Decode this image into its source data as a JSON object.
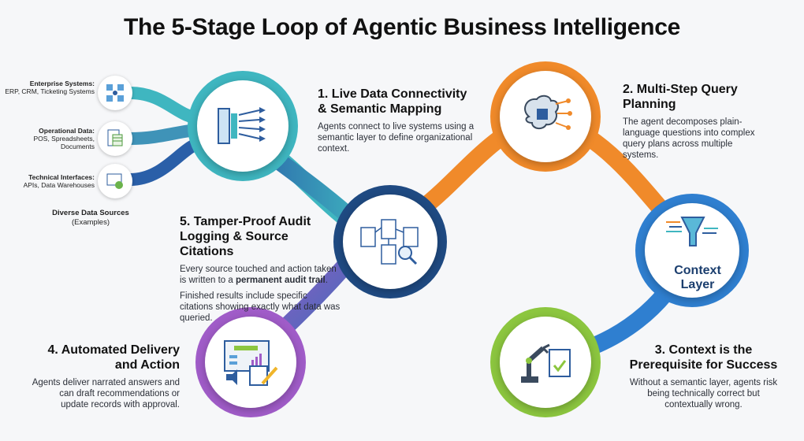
{
  "title": "The 5-Stage Loop of Agentic Business Intelligence",
  "sources": [
    {
      "heading": "Enterprise Systems:",
      "detail": "ERP, CRM, Ticketing Systems"
    },
    {
      "heading": "Operational Data:",
      "detail": "POS, Spreadsheets, Documents"
    },
    {
      "heading": "Technical Interfaces:",
      "detail": "APIs, Data Warehouses"
    }
  ],
  "sources_caption": {
    "heading": "Diverse Data Sources",
    "detail": "(Examples)"
  },
  "stages": [
    {
      "title": "1. Live Data Connectivity & Semantic Mapping",
      "body": "Agents connect to live systems using a semantic layer to define organizational context."
    },
    {
      "title": "2. Multi-Step Query Planning",
      "body": "The agent decomposes plain-language questions into complex query plans across multiple systems."
    },
    {
      "title": "3. Context is the Prerequisite for Success",
      "body": "Without a semantic layer, agents risk being technically correct but contextually wrong."
    },
    {
      "title": "4. Automated Delivery and Action",
      "body": "Agents deliver narrated answers and can draft recommendations or update records with approval."
    },
    {
      "title": "5. Tamper-Proof Audit Logging & Source Citations",
      "body_pre": "Every source touched and action taken is written to a",
      "body_bold": "permanent audit trail",
      "body_post": ".",
      "body2": "Finished results include specific citations showing exactly what data was queried."
    }
  ],
  "context_layer": {
    "line1": "Context",
    "line2": "Layer"
  },
  "colors": {
    "teal": "#3fb6c0",
    "orange": "#f08a2a",
    "navy": "#1f4a82",
    "blue": "#2f7fd0",
    "green": "#8cc63f",
    "purple": "#a05cc8"
  }
}
